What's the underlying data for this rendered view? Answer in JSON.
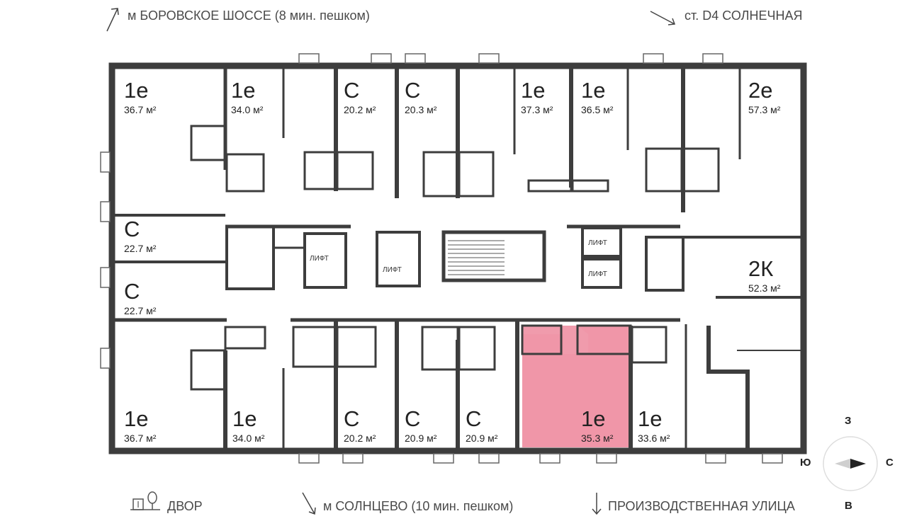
{
  "directions": {
    "top_left": "м БОРОВСКОЕ ШОССЕ (8 мин. пешком)",
    "top_right": "ст. D4 СОЛНЕЧНАЯ",
    "bottom_yard": "ДВОР",
    "bottom_middle": "м СОЛНЦЕВО (10 мин. пешком)",
    "bottom_right": "ПРОИЗВОДСТВЕННАЯ УЛИЦА"
  },
  "units": [
    {
      "type": "1е",
      "area": "36.7 м²"
    },
    {
      "type": "1е",
      "area": "34.0 м²"
    },
    {
      "type": "С",
      "area": "20.2 м²"
    },
    {
      "type": "С",
      "area": "20.3 м²"
    },
    {
      "type": "1е",
      "area": "37.3 м²"
    },
    {
      "type": "1е",
      "area": "36.5 м²"
    },
    {
      "type": "2е",
      "area": "57.3 м²"
    },
    {
      "type": "С",
      "area": "22.7 м²"
    },
    {
      "type": "С",
      "area": "22.7 м²"
    },
    {
      "type": "2К",
      "area": "52.3 м²"
    },
    {
      "type": "1е",
      "area": "36.7 м²"
    },
    {
      "type": "1е",
      "area": "34.0 м²"
    },
    {
      "type": "С",
      "area": "20.2 м²"
    },
    {
      "type": "С",
      "area": "20.9 м²"
    },
    {
      "type": "С",
      "area": "20.9 м²"
    },
    {
      "type": "1е",
      "area": "35.3 м²",
      "highlighted": true
    },
    {
      "type": "1е",
      "area": "33.6 м²"
    }
  ],
  "lifts": [
    "ЛИФТ",
    "ЛИФТ",
    "ЛИФТ",
    "ЛИФТ"
  ],
  "compass": {
    "north": "З",
    "east": "С",
    "south": "В",
    "west": "Ю"
  },
  "colors": {
    "wall": "#3d3d3d",
    "highlight": "#ef96a8",
    "text": "#222222"
  }
}
